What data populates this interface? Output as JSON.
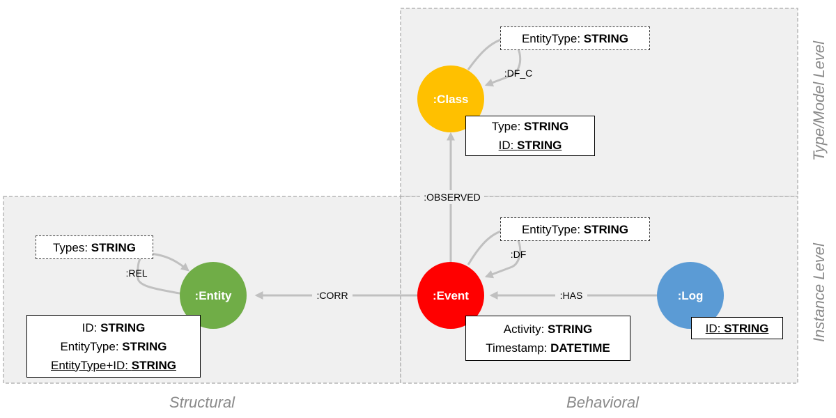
{
  "nodes": {
    "class": {
      "label": ":Class",
      "color": "#FFC000"
    },
    "entity": {
      "label": ":Entity",
      "color": "#70AD47"
    },
    "event": {
      "label": ":Event",
      "color": "#FF0000"
    },
    "log": {
      "label": ":Log",
      "color": "#5B9BD5"
    }
  },
  "edges": {
    "df_c": ":DF_C",
    "observed": ":OBSERVED",
    "df": ":DF",
    "rel": ":REL",
    "corr": ":CORR",
    "has": ":HAS"
  },
  "props": {
    "class_df": [
      {
        "name": "EntityType: ",
        "type": "STRING",
        "key": false
      }
    ],
    "class": [
      {
        "name": "Type: ",
        "type": "STRING",
        "key": false
      },
      {
        "name": "ID: ",
        "type": "STRING",
        "key": true
      }
    ],
    "event_df": [
      {
        "name": "EntityType: ",
        "type": "STRING",
        "key": false
      }
    ],
    "event": [
      {
        "name": "Activity: ",
        "type": "STRING",
        "key": false
      },
      {
        "name": "Timestamp: ",
        "type": "DATETIME",
        "key": false
      }
    ],
    "entity_rel": [
      {
        "name": "Types: ",
        "type": "STRING",
        "key": false
      }
    ],
    "entity": [
      {
        "name": "ID: ",
        "type": "STRING",
        "key": false
      },
      {
        "name": "EntityType: ",
        "type": "STRING",
        "key": false
      },
      {
        "name": "EntityType+ID: ",
        "type": "STRING",
        "key": true
      }
    ],
    "log": [
      {
        "name": "ID: ",
        "type": "STRING",
        "key": true
      }
    ]
  },
  "axes": {
    "structural": "Structural",
    "behavioral": "Behavioral",
    "type_model": "Type/Model Level",
    "instance": "Instance Level"
  }
}
